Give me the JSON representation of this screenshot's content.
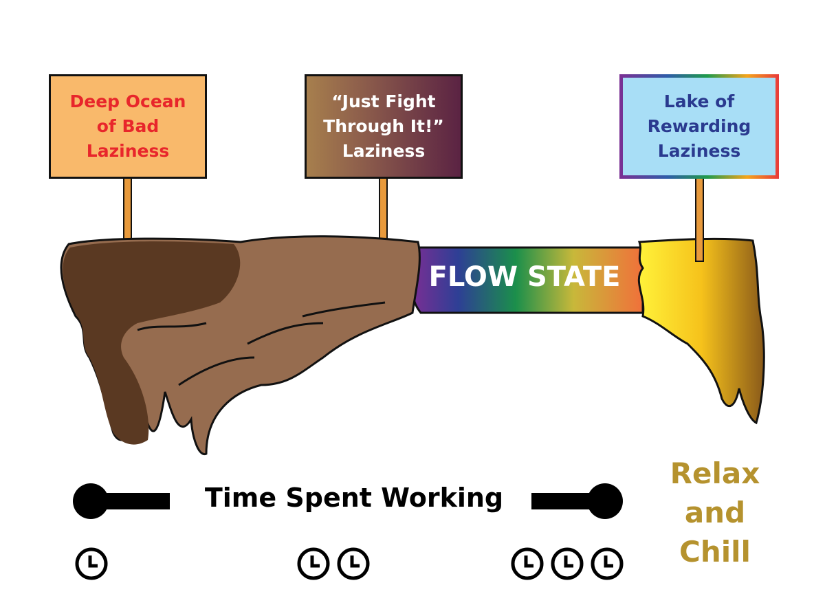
{
  "signs": [
    {
      "lines": [
        "Deep Ocean",
        "of Bad",
        "Laziness"
      ],
      "color": "#e8262b",
      "bg": "#f9b96b"
    },
    {
      "lines": [
        "“Just Fight",
        "Through It!”",
        "Laziness"
      ],
      "color": "#ffffff"
    },
    {
      "lines": [
        "Lake of",
        "Rewarding",
        "Laziness"
      ],
      "color": "#2a3a8f",
      "bg": "#a8def6"
    }
  ],
  "flow_label": "FLOW STATE",
  "axis_label": "Time Spent Working",
  "relax_lines": [
    "Relax",
    "and",
    "Chill"
  ],
  "clock_groups": [
    1,
    2,
    3
  ],
  "colors": {
    "mud_dark": "#5a3922",
    "mud_light": "#966c4f",
    "gold": "#b5922e",
    "post": "#e89a3c"
  }
}
